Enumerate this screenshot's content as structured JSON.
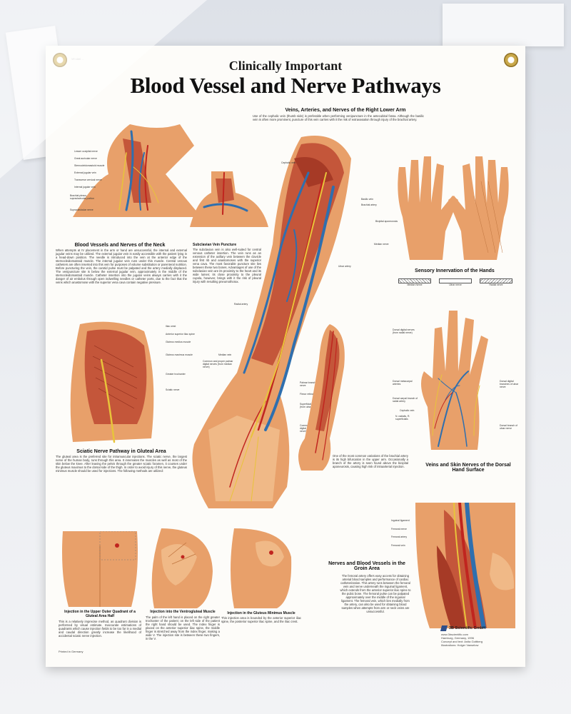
{
  "colors": {
    "skin": "#e8a06a",
    "muscle": "#c4563a",
    "vein": "#2f6fae",
    "artery": "#c0251f",
    "nerve": "#e8c43a",
    "grommet": "#c9a84a"
  },
  "poster": {
    "code": "VR 1460 ...",
    "title_top": "Clinically Important",
    "title_main": "Blood Vessel and Nerve Pathways"
  },
  "sections": {
    "right_lower_arm": {
      "heading": "Veins, Arteries, and Nerves of the Right Lower Arm",
      "text": "Use of the cephalic vein (thumb side) is preferable when performing venipuncture in the antecubital fossa. Although the basilic vein is often more prominent, puncture of this vein carries with it the risk of extravasation through injury of the brachial artery."
    },
    "neck": {
      "heading": "Blood Vessels and Nerves of the Neck",
      "text": "When attempts at IV placement in the arm or hand are unsuccessful, the internal and external jugular veins may be utilized. The external jugular vein is easily accessible with the patient lying in a head-down position. The needle is introduced into the vein at the anterior edge of the sternocleidomastoid muscle. The internal jugular vein runs under this muscle. Central venous catheters are often inserted into this vein for purposes of volume substitution or parenteral nutrition. Before puncturing the vein, the carotid pulse must be palpated and the artery medially displaced. The venipuncture site is below the external jugular vein, approximately in the middle of the sternocleidomastoid muscle. Catheter insertion into the jugular veins always carries with it the danger of air embolus through open indwelling needles or catheter ports, due to the fact that the veins which anastomose with the superior vena cava contain negative pressure."
    },
    "subclavian": {
      "heading": "Subclavian Vein Puncture",
      "text": "The subclavian vein is also well-suited for central venous catheter insertion. The vein runs as an extension of the axillary vein between the clavicle and first rib and anastomoses with the superior vena cava. The most favorable puncture site lies between these two bones. Advantages of use of the subclavian vein are its proximity to the heart and its wide lumen; its close proximity to the pleural cupola, however, brings with it the risk of pleural injury with resulting pneumothorax."
    },
    "hands": {
      "heading": "Sensory Innervation of the Hands",
      "legend": [
        "Median Nerve",
        "Ulnar nerve",
        "Radial nerve"
      ]
    },
    "gluteal": {
      "heading": "Sciatic Nerve Pathway in Gluteal Area",
      "text": "The gluteal area is the preferred site for intramuscular injections. The sciatic nerve, the largest nerve of the human body, runs through this area. It innervates the muscles as well as most of the skin below the knee. After leaving the pelvis through the greater sciatic foramen, it courses under the gluteus maximus to the dorsal side of the thigh. In order to avoid injury of this nerve, the gluteus minimus muscle should be used for injections. The following methods are utilized:"
    },
    "dorsal_hand": {
      "heading": "Veins and Skin Nerves of the Dorsal Hand Surface"
    },
    "brachial_variation": {
      "text": "One of the most common variations of the brachial artery is its high bifurcation in the upper arm. Occasionally a branch of the artery is seen found above the bicipital aponeurosis, causing high risk of intraarterial injection."
    },
    "groin": {
      "heading": "Nerves and Blood Vessels in the Groin Area",
      "text": "The femoral artery offers easy access for obtaining arterial blood samples and performance of cardiac catheterization. This artery runs between the femoral vein and nerve underneath the inguinal ligament, which extends from the anterior superior iliac spine to the pubic bone. The femoral pulse can be palpated approximately over the middle of the inguinal ligament. The femoral vein, which lies medially from the artery, can also be used for obtaining blood samples when attempts from arm or neck veins are unsuccessful."
    },
    "injections": [
      {
        "heading": "Injection in the Upper Outer Quadrant of a Gluteal Area Half",
        "text": "This is a relatively imprecise method, as quadrant division is performed by visual estimate. Inaccurate estimations of quadrants which cause injection fields to be too far in a medial and caudal direction greatly increase the likelihood of accidental sciatic nerve injection."
      },
      {
        "heading": "Injection into the Ventrogluteal Muscle",
        "text": "The palm of the left hand is placed on the right greater trochanter of the patient; on the left side of the patient the right hand should be used. The index finger is placed on the anterior superior iliac spine, the middle finger is stretched away from the index finger, making a wide V. The injection site is between these two fingers, in the V."
      },
      {
        "heading": "Injection in the Gluteus Minimus Muscle",
        "text": "This injection area is bounded by the anterior superior iliac spine, the posterior superior iliac spine, and the iliac crest."
      }
    ]
  },
  "labels": {
    "neck": [
      "Lesser occipital nerve",
      "Great auricular nerve",
      "Sternocleidomastoid muscle",
      "External jugular vein",
      "Transverse cervical nerve",
      "Internal jugular vein",
      "Brachial plexus, supraclavicular portion",
      "Supraclavicular nerve"
    ],
    "arm": [
      "Cephalic vein",
      "Basilic vein",
      "Brachial artery",
      "Bicipital aponeurosis",
      "Median nerve",
      "Ulnar artery",
      "Radial artery",
      "Median vein",
      "Common and proper palmar digital nerves (from median nerve)",
      "Palmar branch of ulnar nerve",
      "Flexor retinaculum",
      "Superficial palmar arterial arch (from ulnar artery)",
      "Common and proper palmar digital nerves (from ulnar nerve)"
    ],
    "gluteal": [
      "Iliac crest",
      "Anterior superior iliac spine",
      "Gluteus medius muscle",
      "Gluteus maximus muscle",
      "Greater trochanter",
      "Sciatic nerve"
    ],
    "dorsal": [
      "Dorsal digital nerves (from radial nerve)",
      "Dorsal metacarpal arteries",
      "Dorsal carpal branch of radial artery",
      "Cephalic vein",
      "N. radialis, R. superficialis",
      "Dorsal digital branches of ulnar nerve",
      "Dorsal branch of ulnar nerve"
    ],
    "groin": [
      "Inguinal ligament",
      "Femoral nerve",
      "Femoral artery",
      "Femoral vein"
    ]
  },
  "footer": {
    "printed": "Printed in Germany",
    "brand": "3B Scientific GmbH",
    "website": "www.3bscientific.com",
    "lines": [
      "Hamburg, Germany, 1996",
      "Concept and text: Anita Gottberg",
      "Illustrations: Holger Vanselow"
    ]
  }
}
